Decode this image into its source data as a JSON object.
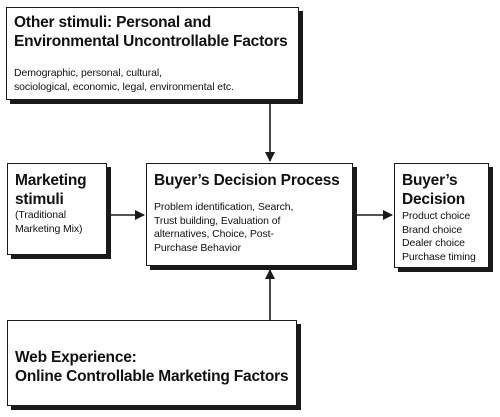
{
  "boxes": {
    "other_stimuli": {
      "title_lines": [
        "Other stimuli: Personal and",
        "Environmental Uncontrollable Factors"
      ],
      "body_lines": [
        "Demographic, personal, cultural,",
        "sociological, economic, legal, environmental etc."
      ]
    },
    "marketing_stimuli": {
      "title_lines": [
        "Marketing",
        "stimuli"
      ],
      "body_lines": [
        "(Traditional",
        "Marketing Mix)"
      ]
    },
    "decision_process": {
      "title_lines": [
        "Buyer’s  Decision Process"
      ],
      "body_lines": [
        "Problem identification, Search,",
        "Trust building, Evaluation of",
        "alternatives, Choice, Post-",
        "Purchase Behavior"
      ]
    },
    "buyers_decision": {
      "title_lines": [
        "Buyer’s",
        "Decision"
      ],
      "body_lines": [
        "Product choice",
        "Brand choice",
        "Dealer choice",
        "Purchase timing"
      ]
    },
    "web_experience": {
      "title_lines": [
        "Web Experience:",
        "Online Controllable Marketing Factors"
      ]
    }
  },
  "connections": [
    {
      "from": "Other stimuli: Personal and Environmental Uncontrollable Factors",
      "to": "Buyer’s  Decision Process"
    },
    {
      "from": "Marketing stimuli",
      "to": "Buyer’s  Decision Process"
    },
    {
      "from": "Buyer’s  Decision Process",
      "to": "Buyer’s Decision"
    },
    {
      "from": "Web Experience: Online Controllable Marketing Factors",
      "to": "Buyer’s  Decision Process"
    }
  ],
  "colors": {
    "line": "#1a1a1a",
    "background": "#ffffff"
  }
}
